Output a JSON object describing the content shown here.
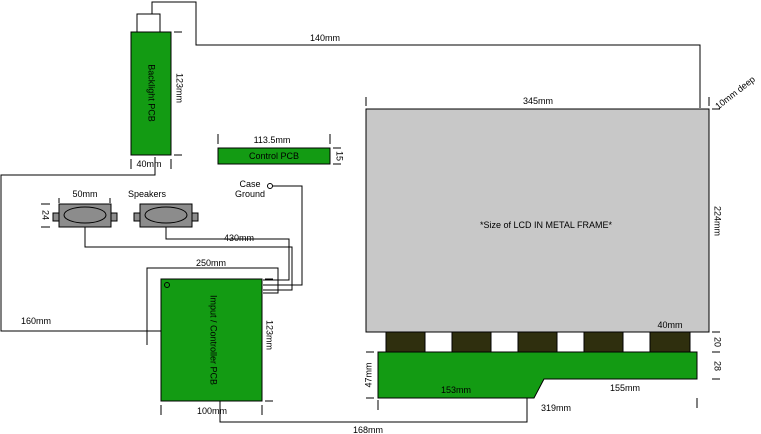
{
  "components": {
    "backlight_pcb": "Backlight PCB",
    "control_pcb": "Control PCB",
    "input_pcb": "Imput / Controller PCB",
    "speakers": "Speakers",
    "case_ground": [
      "Case",
      "Ground"
    ],
    "lcd": "*Size of LCD IN METAL FRAME*"
  },
  "dimensions": {
    "wire_140": "140mm",
    "backlight_h": "123mm",
    "backlight_w": "40mm",
    "control_w": "113.5mm",
    "control_h": "15",
    "speaker_w": "50mm",
    "speaker_h": "24",
    "wire_430": "430mm",
    "wire_250": "250mm",
    "wire_160": "160mm",
    "input_h": "123mm",
    "input_w": "100mm",
    "wire_168": "168mm",
    "lcd_w": "345mm",
    "lcd_depth": "10mm deep",
    "lcd_h": "224mm",
    "tab_w": "40mm",
    "tab_h": "20",
    "board_h_right": "28",
    "board_h_left": "47mm",
    "board_153": "153mm",
    "board_155": "155mm",
    "board_319": "319mm"
  },
  "colors": {
    "pcb_green": "#139b13",
    "lcd_gray": "#c8c8c8",
    "speaker_gray": "#8c8c8c",
    "tab_dark": "#2f2f0e"
  }
}
